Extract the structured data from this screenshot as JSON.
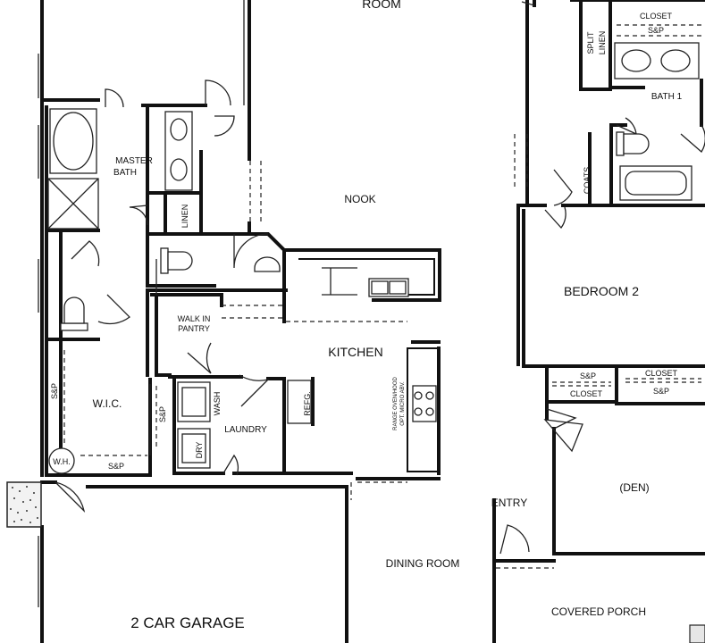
{
  "labels": {
    "room_top": "ROOM",
    "master_bath": "MASTER",
    "master_bath_2": "BATH",
    "linen": "LINEN",
    "nook": "NOOK",
    "kitchen": "KITCHEN",
    "walk_in": "WALK IN",
    "pantry": "PANTRY",
    "wic": "W.I.C.",
    "sp_wic_vertical": "S&P",
    "sp_laundry_vertical": "S&P",
    "sp_bottom": "S&P",
    "wh": "W.H.",
    "wash": "WASH",
    "dry": "DRY",
    "laundry": "LAUNDRY",
    "refg": "REFG.",
    "range_1": "RANGE OVEN/HOOD",
    "range_2": "OPT. MICRO ABV.",
    "closet_top": "CLOSET",
    "sp_top": "S&P",
    "split_linen_1": "SPLIT",
    "split_linen_2": "LINEN",
    "bath1": "BATH 1",
    "coats": "COATS",
    "bedroom2": "BEDROOM 2",
    "sp_mid_left": "S&P",
    "closet_mid_left": "CLOSET",
    "closet_mid_right": "CLOSET",
    "sp_mid_right": "S&P",
    "den": "(DEN)",
    "entry": "ENTRY",
    "dining": "DINING ROOM",
    "covered_porch": "COVERED PORCH",
    "garage": "2 CAR GARAGE"
  }
}
